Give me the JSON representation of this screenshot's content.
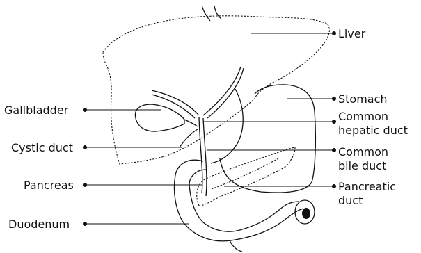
{
  "labels": {
    "liver": "Liver",
    "stomach": "Stomach",
    "common_hepatic_duct_line1": "Common",
    "common_hepatic_duct_line2": "hepatic duct",
    "common_bile_duct_line1": "Common",
    "common_bile_duct_line2": "bile duct",
    "pancreatic_duct_line1": "Pancreatic",
    "pancreatic_duct_line2": "duct",
    "gallbladder": "Gallbladder",
    "cystic_duct": "Cystic duct",
    "pancreas": "Pancreas",
    "duodenum": "Duodenum"
  }
}
